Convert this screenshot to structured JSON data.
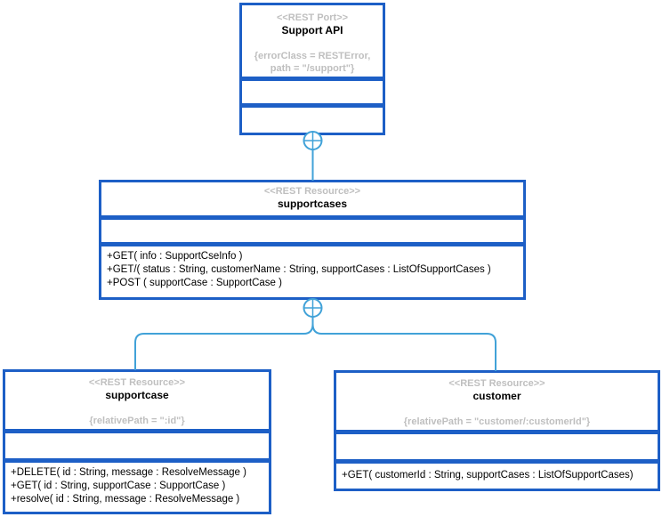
{
  "colors": {
    "box_border": "#1d5fc6",
    "connector": "#41a2d8",
    "muted_text": "#bfbfbf",
    "text": "#000000",
    "background": "#ffffff"
  },
  "nodes": {
    "support_api": {
      "stereotype": "<<REST Port>>",
      "name": "Support API",
      "properties": [
        "{errorClass = RESTError,",
        "path = \"/support\"}"
      ]
    },
    "supportcases": {
      "stereotype": "<<REST Resource>>",
      "name": "supportcases",
      "methods": [
        "+GET( info : SupportCseInfo )",
        "+GET/( status : String, customerName : String, supportCases : ListOfSupportCases )",
        "+POST ( supportCase : SupportCase )"
      ]
    },
    "supportcase": {
      "stereotype": "<<REST Resource>>",
      "name": "supportcase",
      "properties": [
        "{relativePath = \":id\"}"
      ],
      "methods": [
        "+DELETE( id : String, message : ResolveMessage )",
        "+GET( id : String, supportCase : SupportCase )",
        "+resolve( id : String, message : ResolveMessage )"
      ]
    },
    "customer": {
      "stereotype": "<<REST Resource>>",
      "name": "customer",
      "properties": [
        "{relativePath = \"customer/:customerId\"}"
      ],
      "methods": [
        "+GET( customerId : String, supportCases : ListOfSupportCases)"
      ]
    }
  },
  "edges": [
    {
      "from": "support_api",
      "to": "supportcases",
      "marker": "circle-plus-port"
    },
    {
      "from": "supportcases",
      "to": "supportcase",
      "marker": "circle-plus-port"
    },
    {
      "from": "supportcases",
      "to": "customer",
      "marker": "circle-plus-port"
    }
  ]
}
